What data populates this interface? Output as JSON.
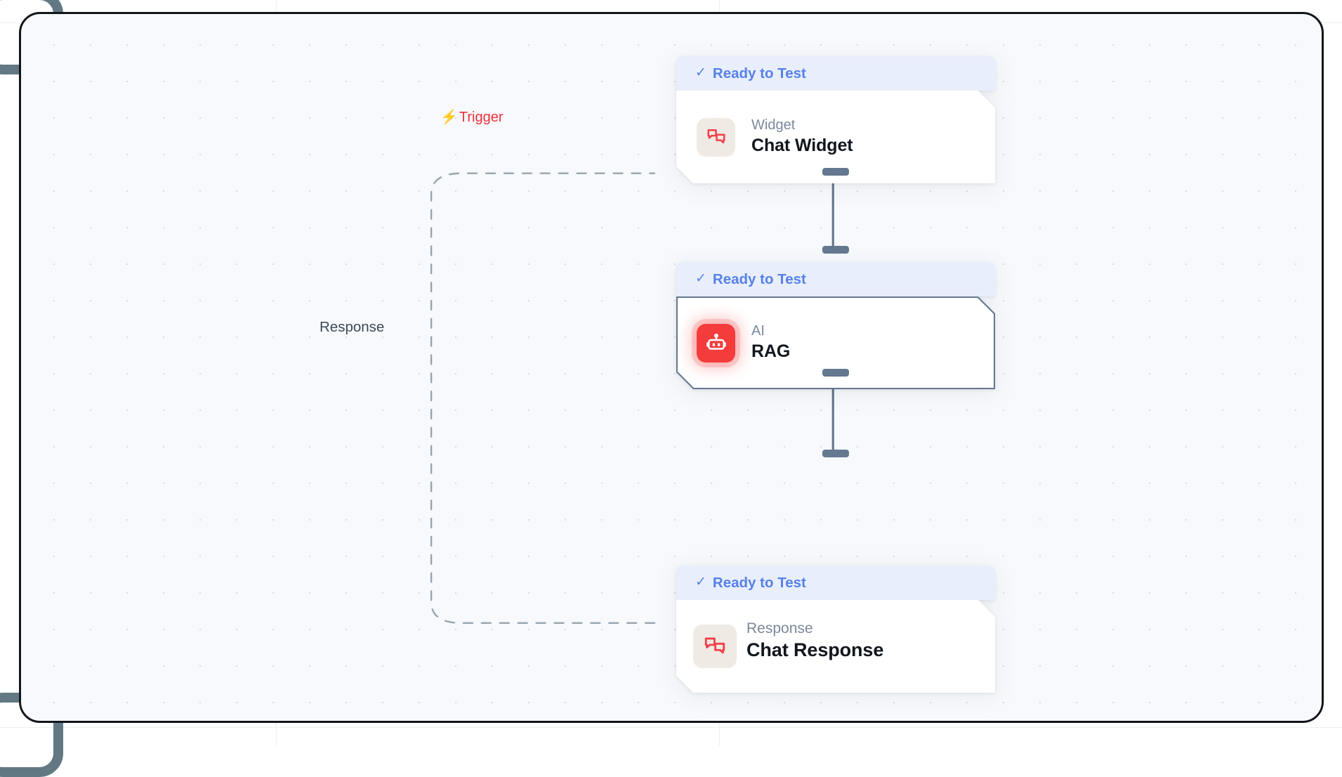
{
  "canvas": {
    "name": "workflow-canvas",
    "background_color": "#f7f9fc",
    "grid": "dot",
    "border_color": "#12161c"
  },
  "edges": [
    {
      "id": "edge-trigger",
      "label": "Trigger",
      "icon": "lightning-bolt-icon",
      "color": "#f0313a",
      "style": "dashed",
      "from": "chat-response",
      "to": "chat-widget"
    },
    {
      "id": "edge-response",
      "label": "Response",
      "color": "#3f4a57",
      "style": "dashed",
      "from": "chat-widget",
      "to": "chat-response"
    }
  ],
  "nodes": [
    {
      "id": "chat-widget",
      "status": "Ready to Test",
      "status_icon": "check-icon",
      "status_color": "#5681e8",
      "kicker": "Widget",
      "title": "Chat Widget",
      "icon": "chat-bubbles-icon",
      "icon_style": "muted",
      "selected": false
    },
    {
      "id": "rag",
      "status": "Ready to Test",
      "status_icon": "check-icon",
      "status_color": "#5681e8",
      "kicker": "AI",
      "title": "RAG",
      "icon": "robot-icon",
      "icon_style": "accent",
      "selected": true
    },
    {
      "id": "chat-response",
      "status": "Ready to Test",
      "status_icon": "check-icon",
      "status_color": "#5681e8",
      "kicker": "Response",
      "title": "Chat Response",
      "icon": "chat-bubbles-icon",
      "icon_style": "muted",
      "selected": false
    }
  ],
  "glyphs": {
    "check": "✓",
    "bolt": "⚡"
  }
}
